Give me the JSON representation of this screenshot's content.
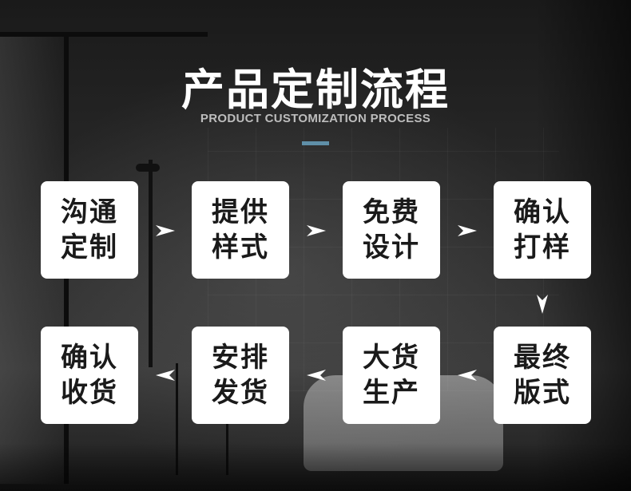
{
  "header": {
    "title": "产品定制流程",
    "subtitle": "PRODUCT CUSTOMIZATION PROCESS",
    "accent_color": "#5f8fa8"
  },
  "steps": [
    {
      "label": "沟通定制"
    },
    {
      "label": "提供样式"
    },
    {
      "label": "免费设计"
    },
    {
      "label": "确认打样"
    },
    {
      "label": "最终版式"
    },
    {
      "label": "大货生产"
    },
    {
      "label": "安排发货"
    },
    {
      "label": "确认收货"
    }
  ],
  "arrow_icon": "arrow-head-icon",
  "colors": {
    "card_bg": "#ffffff",
    "card_text": "#1a1a1a",
    "arrow": "#ffffff"
  }
}
